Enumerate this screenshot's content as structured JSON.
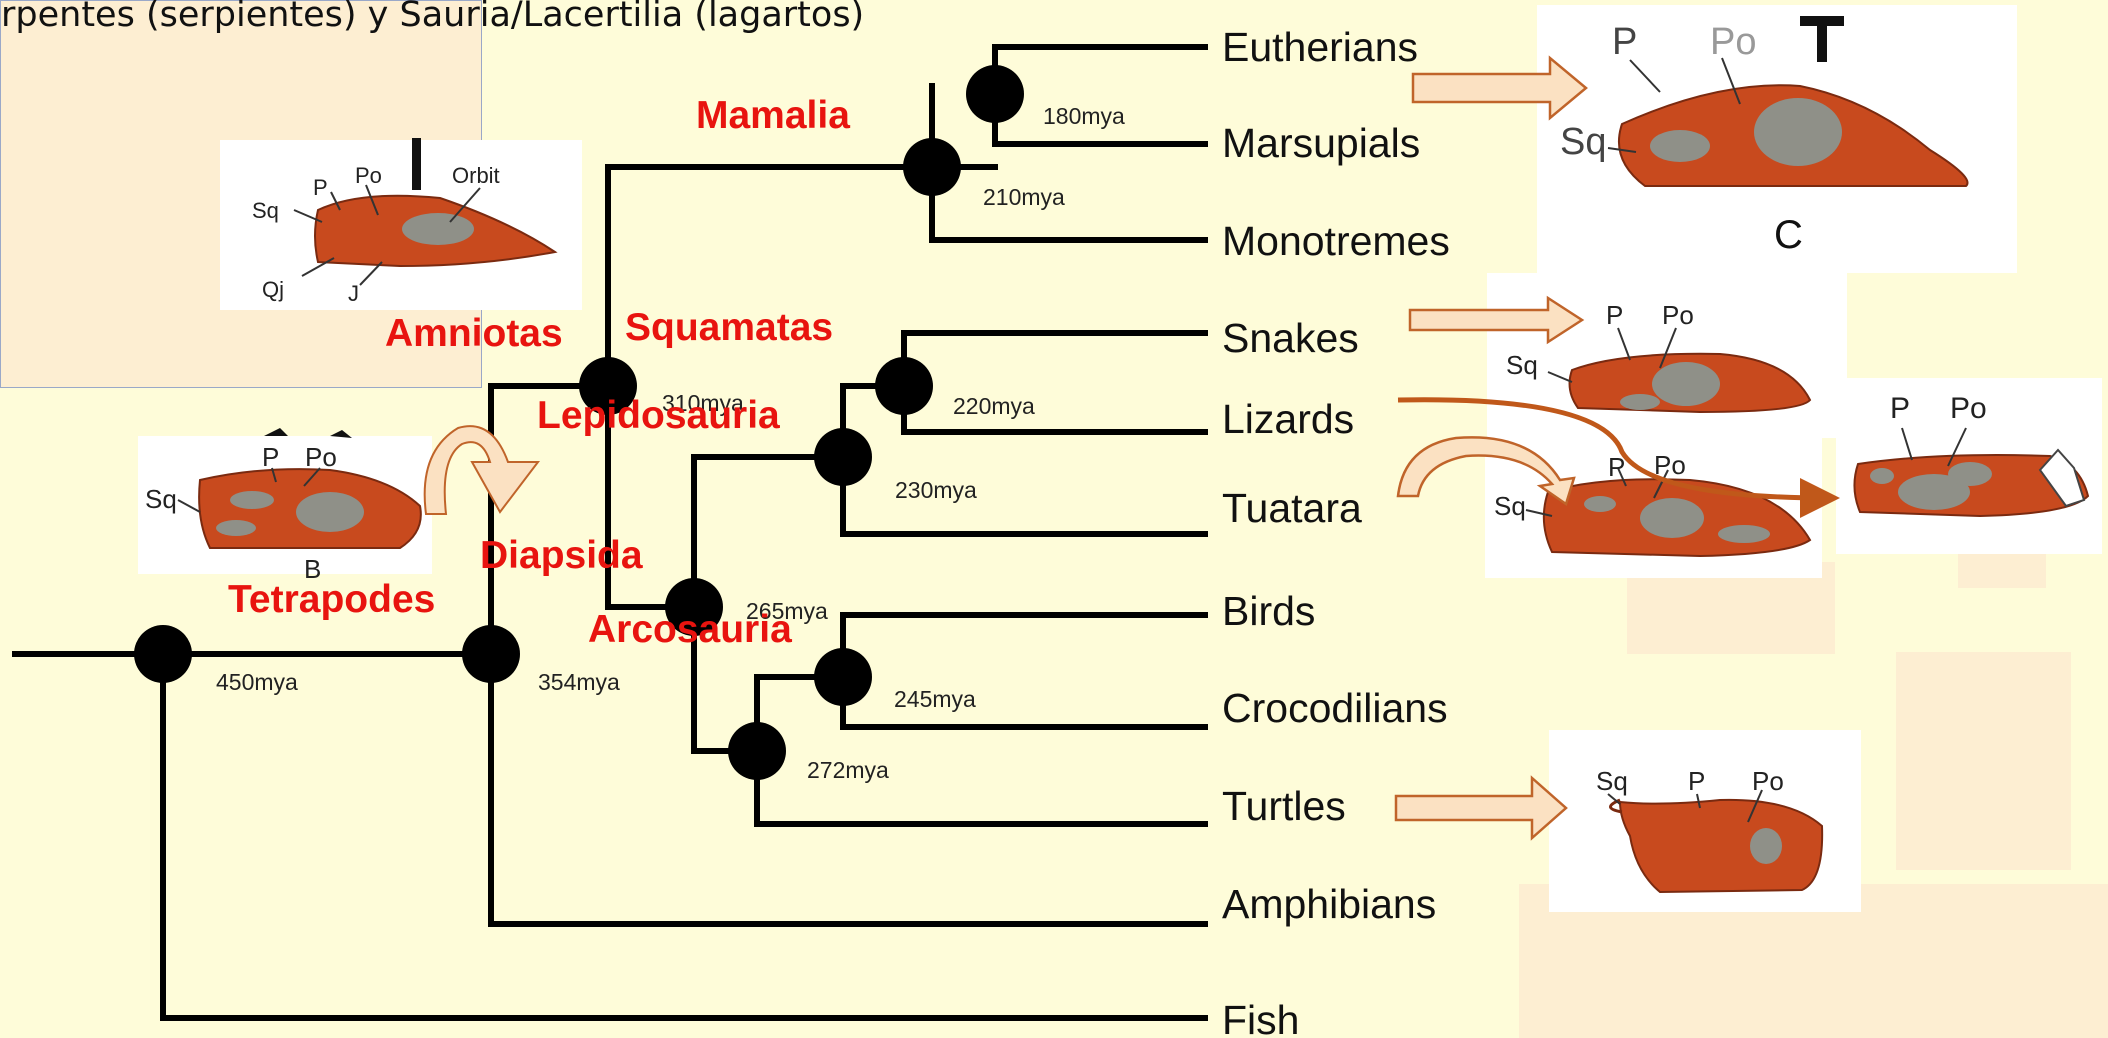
{
  "caption": "rpentes (serpientes) y Sauria/Lacertilia (lagartos)",
  "taxa": [
    "Eutherians",
    "Marsupials",
    "Monotremes",
    "Snakes",
    "Lizards",
    "Tuatara",
    "Birds",
    "Crocodilians",
    "Turtles",
    "Amphibians",
    "Fish"
  ],
  "divergence_times": [
    "180mya",
    "210mya",
    "220mya",
    "230mya",
    "265mya",
    "245mya",
    "272mya",
    "310mya",
    "354mya",
    "450mya"
  ],
  "clades": {
    "mamalia": "Mamalia",
    "amniotas": "Amniotas",
    "squamatas": "Squamatas",
    "lepidosauria": "Lepidosauria",
    "diapsida": "Diapsida",
    "tetrapodes": "Tetrapodes",
    "arcosauria": "Arcosauria"
  },
  "skull_labels": {
    "sq": "Sq",
    "p": "P",
    "po": "Po",
    "orbit": "Orbit",
    "qj": "Qj",
    "j": "J",
    "t": "T",
    "b": "B",
    "c": "C"
  },
  "colors": {
    "background": "#fefcd9",
    "skull_fill": "#c84a1e",
    "fenestra": "#8f9088",
    "clade_label": "#e8140f",
    "arrow_fill": "#fbe1c2",
    "arrow_stroke": "#c0642a",
    "curve": "#c0581a",
    "node": "#000000"
  }
}
